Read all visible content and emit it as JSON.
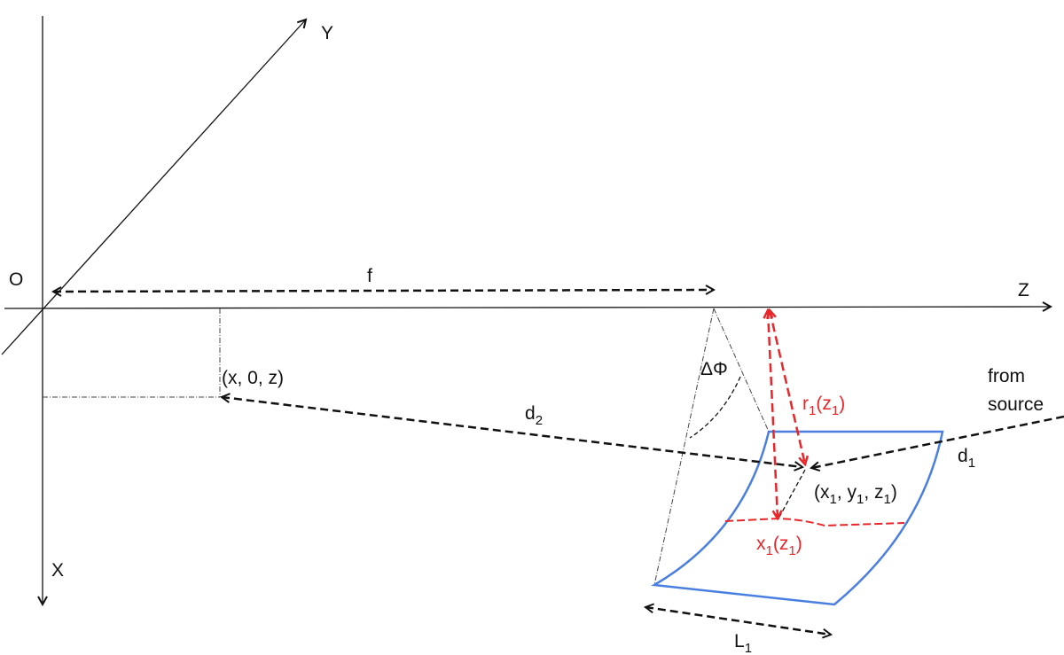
{
  "labels": {
    "y_axis": "Y",
    "x_axis": "X",
    "z_axis": "Z",
    "origin": "O",
    "focal": "f",
    "point": "(x, 0, z)",
    "d2": "d",
    "d2_sub": "2",
    "delta_phi": "ΔΦ",
    "r1": "r",
    "r1_sub": "1",
    "r1_arg": "(z",
    "r1_arg_sub": "1",
    "close": ")",
    "from": "from",
    "source": "source",
    "d1": "d",
    "d1_sub": "1",
    "p1_open": "(x",
    "p1_sub1": "1",
    "p1_y": ", y",
    "p1_sub2": "1",
    "p1_z": ", z",
    "p1_sub3": "1",
    "x1": "x",
    "x1_sub": "1",
    "x1_arg": "(z",
    "x1_arg_sub": "1",
    "L1": "L",
    "L1_sub": "1"
  },
  "colors": {
    "surface": "#4a7fe0",
    "red": "#e8262a",
    "black": "#111111"
  }
}
